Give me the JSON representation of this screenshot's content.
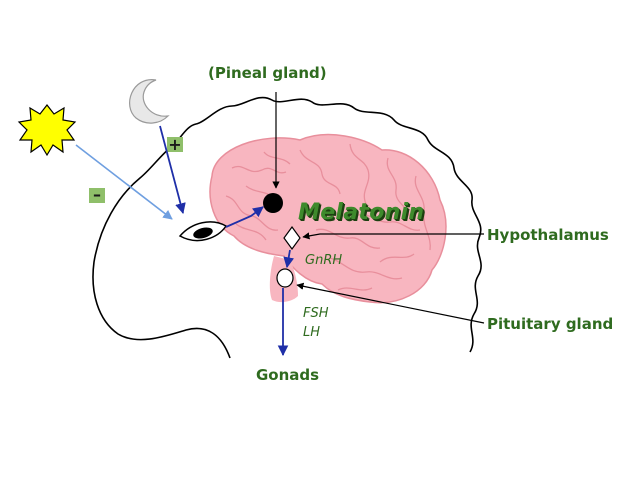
{
  "labels": {
    "pineal_gland": "(Pineal gland)",
    "melatonin": "Melatonin",
    "gnrh": "GnRH",
    "fsh": "FSH",
    "lh": "LH",
    "gonads": "Gonads",
    "hypothalamus": "Hypothalamus",
    "pituitary_gland": "Pituitary gland",
    "plus_sign": "+",
    "minus_sign": "–"
  },
  "icons": {
    "sun": "sun-icon",
    "moon": "crescent-moon-icon"
  },
  "colors": {
    "label_text": "#2f6b1f",
    "melatonin_text": "#3e8a2c",
    "brain_fill": "#f8b6c0",
    "brain_folds": "#e88f9c",
    "arrow_blue": "#1f2fa8",
    "light_arrow": "#6f9fe0",
    "sun_fill": "#ffff00",
    "moon_fill": "#e8e8e8",
    "sign_box_fill": "#8fbf6a"
  }
}
